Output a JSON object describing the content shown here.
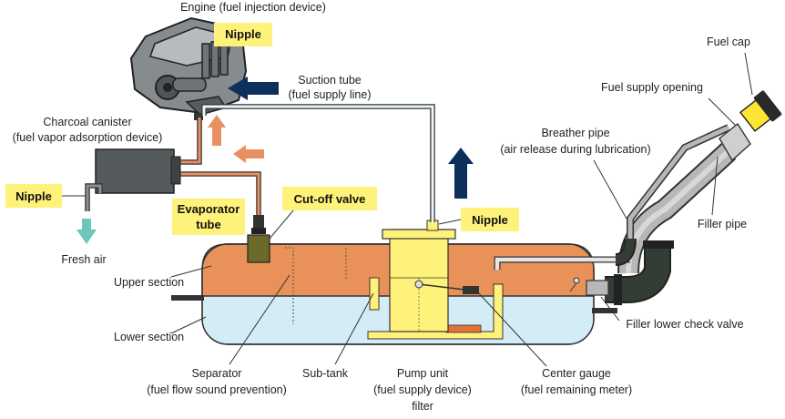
{
  "colors": {
    "fuel_upper": "#e8925a",
    "fuel_lower": "#d4ecf5",
    "pump_unit": "#fff27a",
    "highlight": "#fff27a",
    "arrow_blue": "#0d2f5c",
    "arrow_orange": "#e89060",
    "arrow_teal": "#6cc6ba",
    "pipe_dark": "#2f3a33",
    "pipe_grey": "#b7b7b7",
    "canister": "#555a5c",
    "fuel_cap": "#ffe533"
  },
  "labels": {
    "engine": "Engine (fuel injection device)",
    "suction_tube_1": "Suction tube",
    "suction_tube_2": "(fuel supply line)",
    "canister_1": "Charcoal canister",
    "canister_2": "(fuel vapor adsorption device)",
    "fresh_air": "Fresh air",
    "upper_section": "Upper section",
    "lower_section": "Lower section",
    "separator_1": "Separator",
    "separator_2": "(fuel flow sound prevention)",
    "sub_tank": "Sub-tank",
    "pump_unit_1": "Pump unit",
    "pump_unit_2": "(fuel supply device)",
    "pump_unit_3": "filter",
    "center_gauge_1": "Center gauge",
    "center_gauge_2": "(fuel remaining meter)",
    "filler_check_valve": "Filler lower check valve",
    "filler_pipe": "Filler pipe",
    "breather_pipe_1": "Breather pipe",
    "breather_pipe_2": "(air release during lubrication)",
    "fuel_supply_opening": "Fuel supply opening",
    "fuel_cap": "Fuel cap"
  },
  "highlights": {
    "nipple_engine": "Nipple",
    "nipple_canister": "Nipple",
    "nipple_pump": "Nipple",
    "evaporator_1": "Evaporator",
    "evaporator_2": "tube",
    "cutoff_valve": "Cut-off valve"
  }
}
